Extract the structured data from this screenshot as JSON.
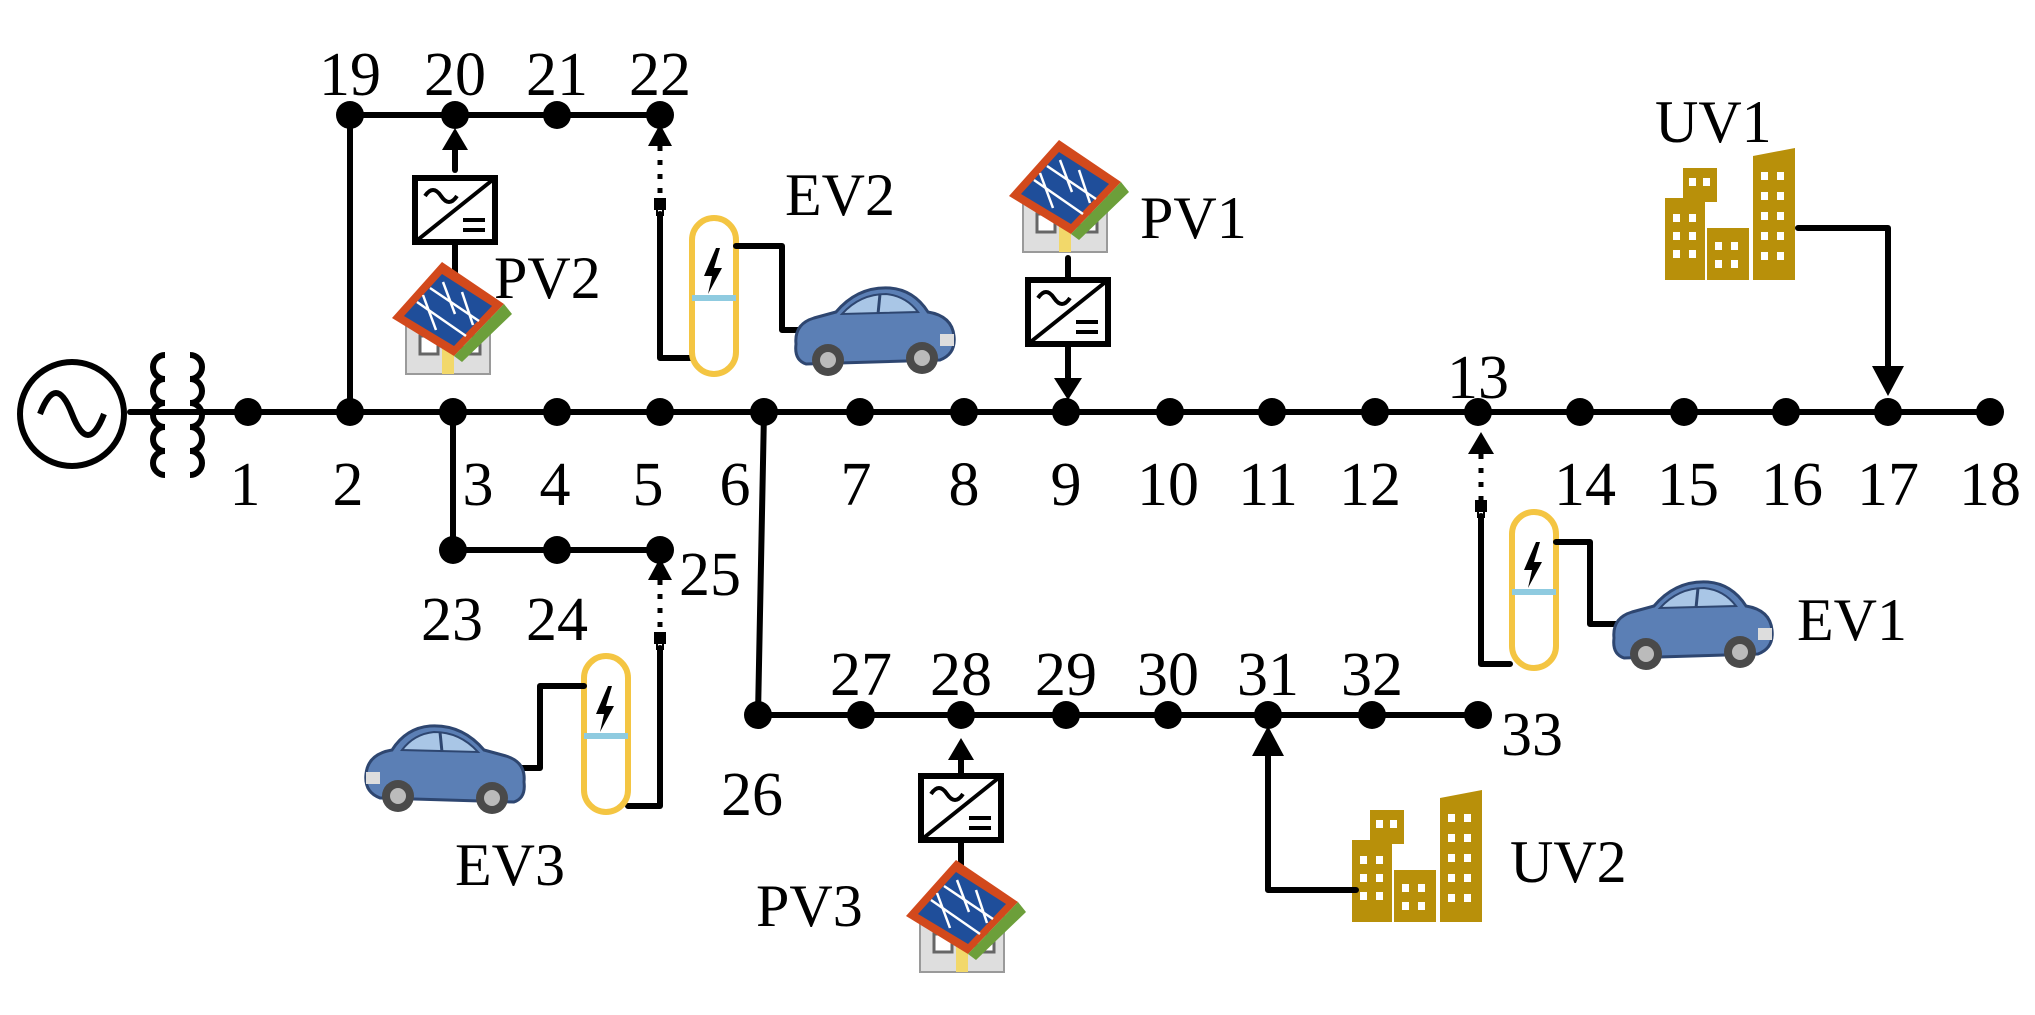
{
  "bus_labels": [
    "1",
    "2",
    "3",
    "4",
    "5",
    "6",
    "7",
    "8",
    "9",
    "10",
    "11",
    "12",
    "13",
    "14",
    "15",
    "16",
    "17",
    "18",
    "19",
    "20",
    "21",
    "22",
    "23",
    "24",
    "25",
    "26",
    "27",
    "28",
    "29",
    "30",
    "31",
    "32",
    "33"
  ],
  "devices": {
    "pv": [
      "PV1",
      "PV2",
      "PV3"
    ],
    "ev": [
      "EV1",
      "EV2",
      "EV3"
    ],
    "uv": [
      "UV1",
      "UV2"
    ]
  },
  "colors": {
    "line": "#000000",
    "solar_panel": "#1f4e9a",
    "roof": "#d2491c",
    "house_wall": "#d9d9d9",
    "ev_charger": "#f4c542",
    "charger_band": "#8fcbe0",
    "car_body": "#5b7fb5",
    "building": "#b8900a"
  },
  "icons": [
    "ac-source-icon",
    "transformer-icon",
    "inverter-icon",
    "solar-house-icon",
    "ev-charger-icon",
    "car-icon",
    "building-icon"
  ]
}
